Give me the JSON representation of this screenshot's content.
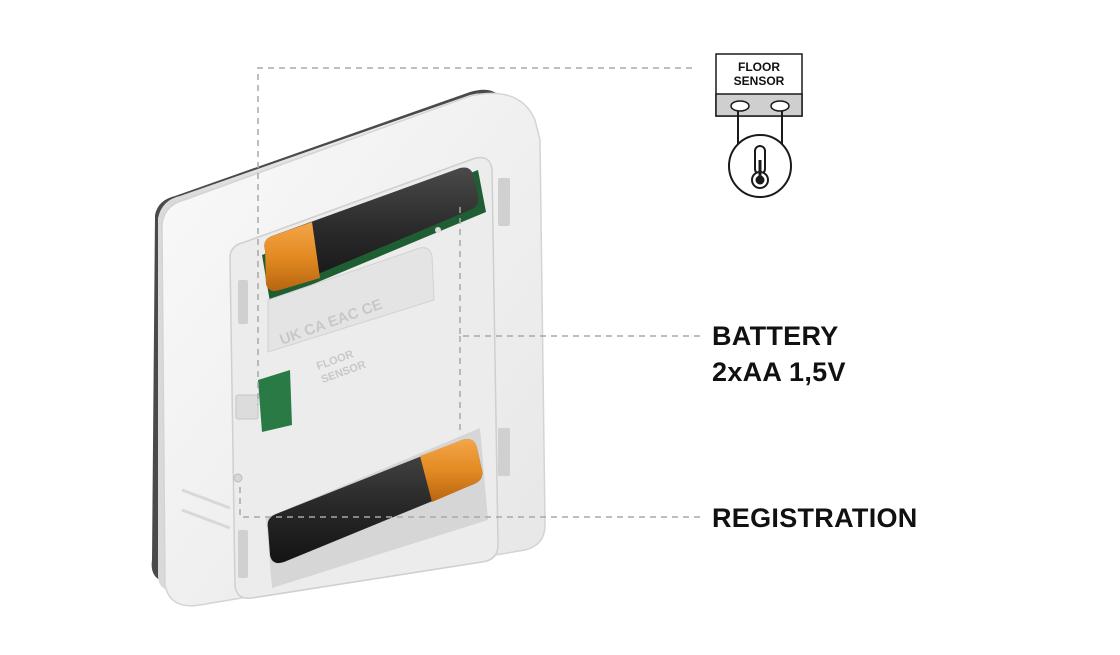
{
  "floor_sensor": {
    "label_line1": "FLOOR",
    "label_line2": "SENSOR"
  },
  "battery": {
    "title": "BATTERY",
    "spec": "2xAA 1,5V"
  },
  "registration": {
    "title": "REGISTRATION"
  },
  "device_markings": {
    "certifications": "UK CA  EAC  CE",
    "floor_line1": "FLOOR",
    "floor_line2": "SENSOR"
  },
  "colors": {
    "housing": "#f2f2f2",
    "battery_body": "#2b2b2b",
    "battery_cap": "#e8902a",
    "pcb": "#1f6b38",
    "callout_line": "#a8a8a8"
  }
}
